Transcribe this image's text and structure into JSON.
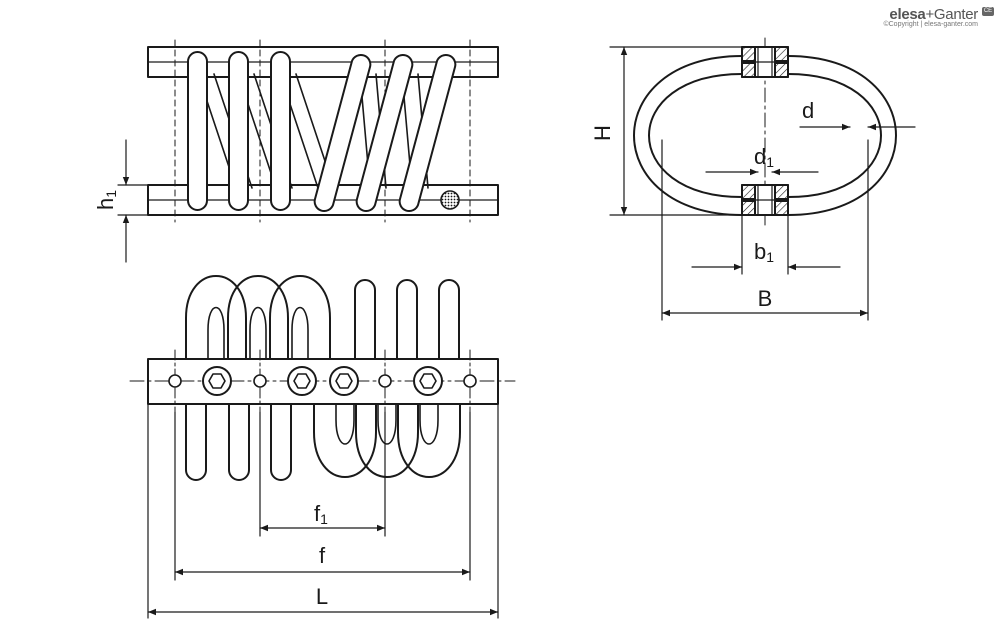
{
  "logo": {
    "brand_primary": "elesa",
    "brand_secondary": "+Ganter",
    "copyright": "©Copyright | elesa-ganter.com",
    "badge": "CE"
  },
  "dimensions": {
    "h1": {
      "main": "h",
      "sub": "1"
    },
    "H": {
      "main": "H"
    },
    "d": {
      "main": "d"
    },
    "d1": {
      "main": "d",
      "sub": "1"
    },
    "b1": {
      "main": "b",
      "sub": "1"
    },
    "B": {
      "main": "B"
    },
    "f1": {
      "main": "f",
      "sub": "1"
    },
    "f": {
      "main": "f"
    },
    "L": {
      "main": "L"
    }
  },
  "colors": {
    "line": "#1a1a1a",
    "background": "#ffffff"
  }
}
